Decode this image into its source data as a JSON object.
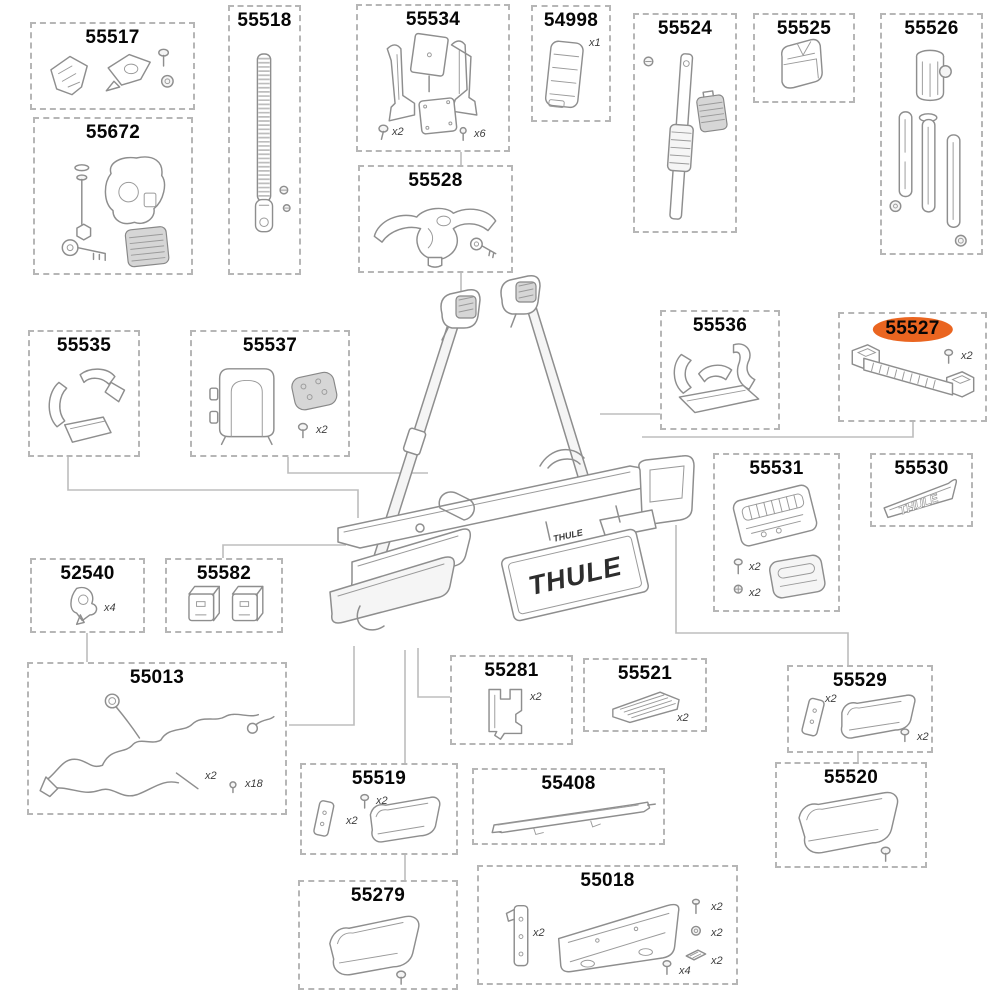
{
  "rack": {
    "logo_large": "THULE",
    "logo_small": "THULE"
  },
  "colors": {
    "highlight": "#ea6520",
    "line_art": "#8e8e8e",
    "box_border": "#b6b6b6",
    "label": "#060606"
  },
  "parts": {
    "p55517": {
      "label": "55517"
    },
    "p55672": {
      "label": "55672"
    },
    "p55518": {
      "label": "55518"
    },
    "p55534": {
      "label": "55534",
      "qty1": "x2",
      "qty2": "x6"
    },
    "p54998": {
      "label": "54998",
      "qty1": "x1"
    },
    "p55524": {
      "label": "55524"
    },
    "p55525": {
      "label": "55525"
    },
    "p55526": {
      "label": "55526"
    },
    "p55528": {
      "label": "55528"
    },
    "p55535": {
      "label": "55535"
    },
    "p55537": {
      "label": "55537",
      "qty1": "x2"
    },
    "p55536": {
      "label": "55536"
    },
    "p55527": {
      "label": "55527",
      "qty1": "x2",
      "highlighted": true
    },
    "p55531": {
      "label": "55531",
      "qty1": "x2",
      "qty2": "x2"
    },
    "p55530": {
      "label": "55530",
      "sticker_text": "THULE"
    },
    "p52540": {
      "label": "52540",
      "qty1": "x4"
    },
    "p55582": {
      "label": "55582"
    },
    "p55013": {
      "label": "55013",
      "qty1": "x2",
      "qty2": "x18"
    },
    "p55281": {
      "label": "55281",
      "qty1": "x2"
    },
    "p55521": {
      "label": "55521",
      "qty1": "x2"
    },
    "p55529": {
      "label": "55529",
      "qty1": "x2",
      "qty2": "x2"
    },
    "p55520": {
      "label": "55520"
    },
    "p55519": {
      "label": "55519",
      "qty1": "x2",
      "qty2": "x2"
    },
    "p55408": {
      "label": "55408"
    },
    "p55279": {
      "label": "55279"
    },
    "p55018": {
      "label": "55018",
      "qty1": "x2",
      "qty2": "x2",
      "qty3": "x2",
      "qty4": "x4",
      "qty5": "x2"
    }
  }
}
